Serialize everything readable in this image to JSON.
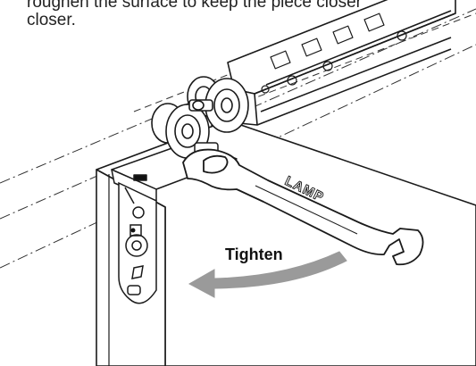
{
  "caption": {
    "line1": "roughen the surface to keep the piece closer",
    "line2": "closer."
  },
  "arrow_label": "Tighten",
  "wrench_brand": "LAMP",
  "colors": {
    "line": "#1a1a1a",
    "arrow": "#9a9a9a",
    "fill": "#ffffff"
  }
}
